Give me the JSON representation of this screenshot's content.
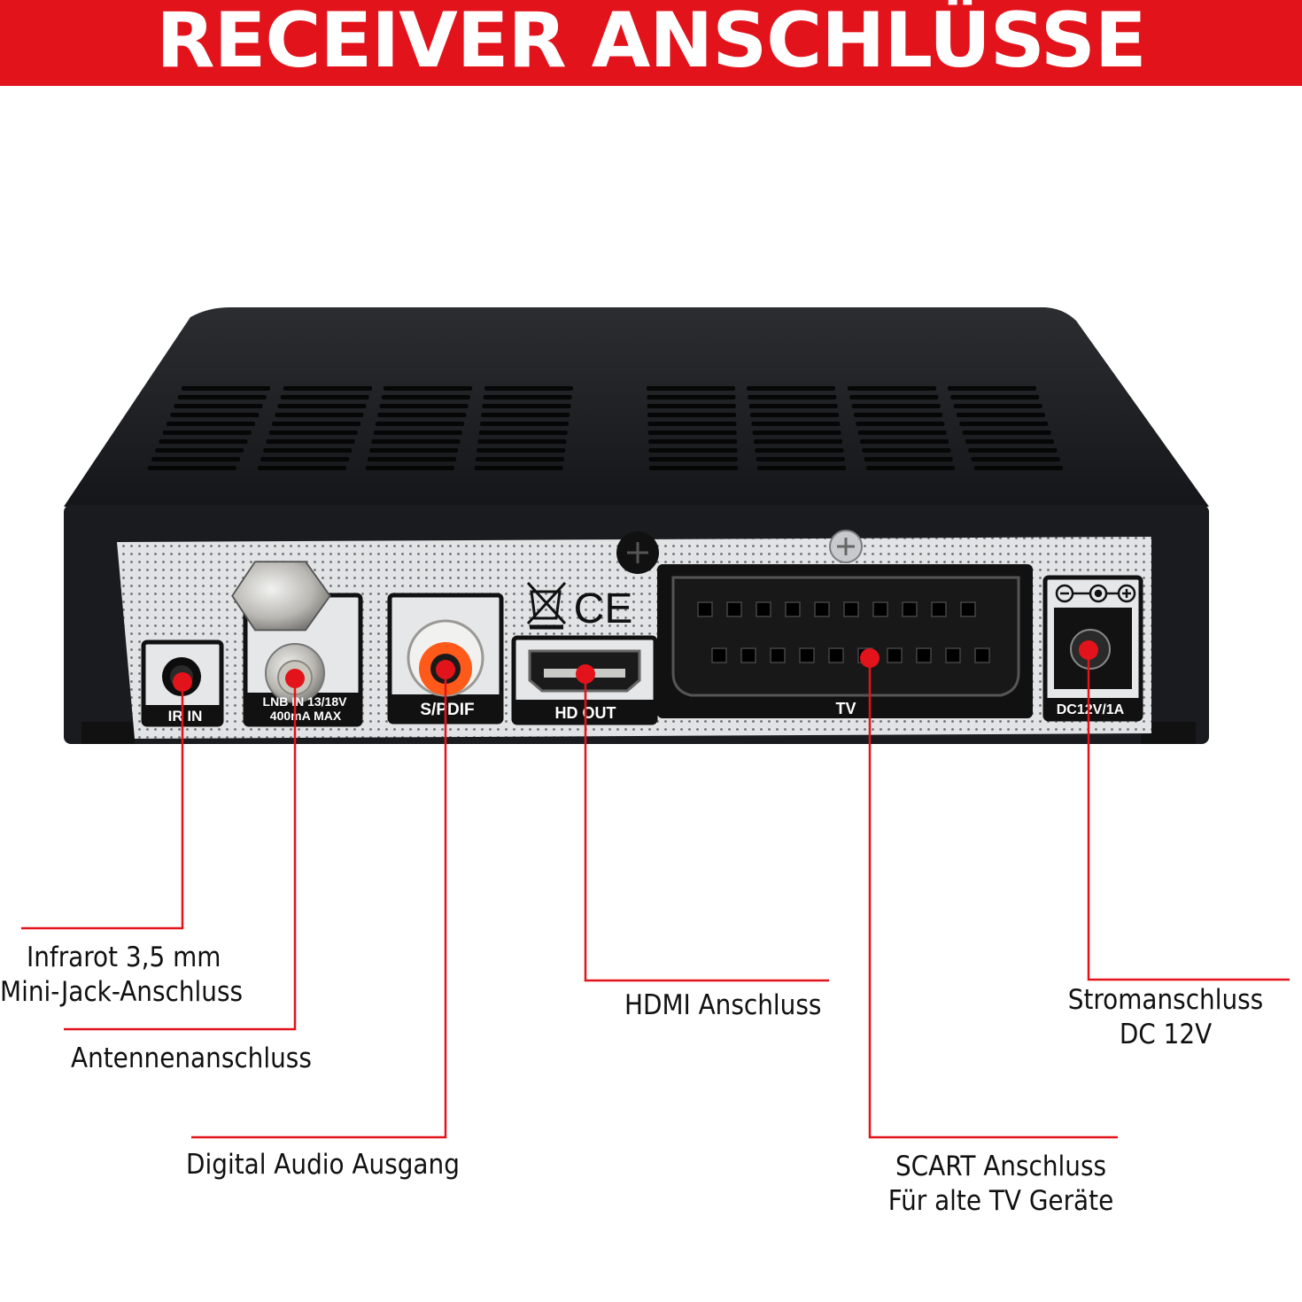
{
  "header": {
    "title": "RECEIVER ANSCHLÜSSE",
    "background_color": "#e3131b"
  },
  "device": {
    "ports": {
      "ir_in": "IR IN",
      "lnb_line1": "LNB IN 13/18V",
      "lnb_line2": "400mA MAX",
      "spdif": "S/PDIF",
      "hd_out": "HD OUT",
      "tv": "TV",
      "dc": "DC12V/1A",
      "ce_mark": "CE"
    }
  },
  "callouts": {
    "infrared": {
      "line1": "Infrarot 3,5 mm",
      "line2": "Mini-Jack-Anschluss"
    },
    "antenna": {
      "line1": "Antennenanschluss"
    },
    "digital_audio": {
      "line1": "Digital Audio Ausgang"
    },
    "hdmi": {
      "line1": "HDMI Anschluss"
    },
    "power": {
      "line1": "Stromanschluss",
      "line2": "DC 12V"
    },
    "scart": {
      "line1": "SCART Anschluss",
      "line2": "Für alte TV Geräte"
    }
  },
  "colors": {
    "leader_line": "#e3131b",
    "device_body": "#1c1d20",
    "panel": "#d9dadc"
  }
}
